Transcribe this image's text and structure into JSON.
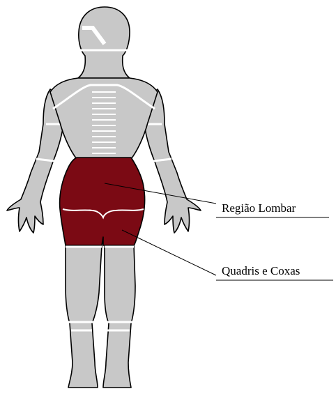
{
  "labels": {
    "lower_back": "Região Lombar",
    "hips_thighs": "Quadris e Coxas"
  },
  "colors": {
    "body_fill": "#c8c8c8",
    "highlight": "#7b0a14",
    "outline": "#000000",
    "band": "#ffffff"
  },
  "highlighted_regions": [
    "lower_back",
    "hips_thighs"
  ]
}
